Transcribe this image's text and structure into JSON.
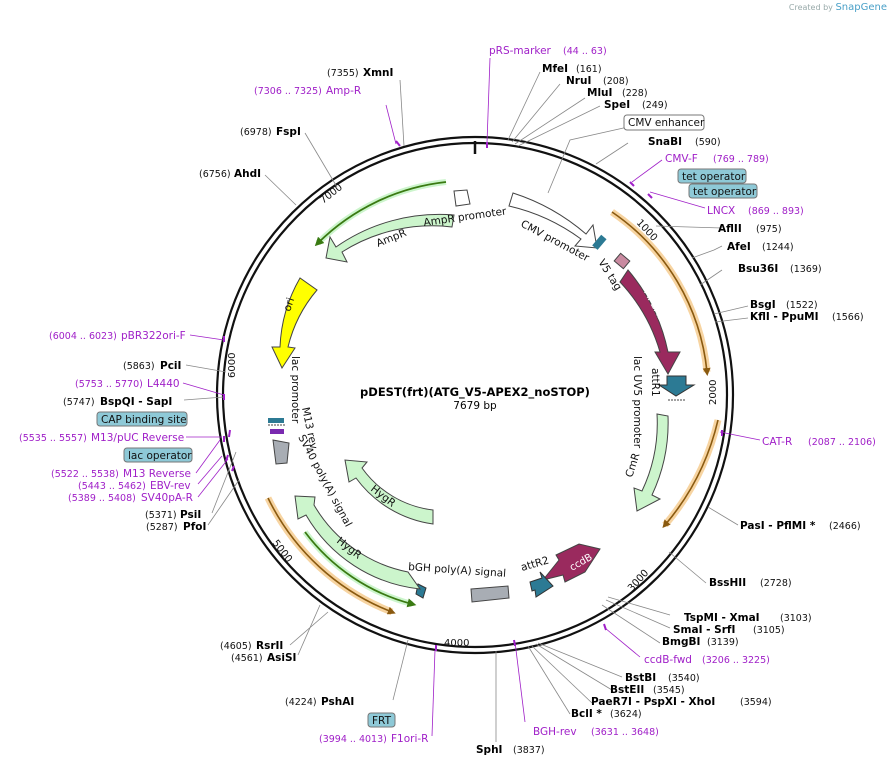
{
  "credit": {
    "prefix": "Created by",
    "brand": "SnapGene"
  },
  "plasmid": {
    "name": "pDEST(frt)(ATG_V5-APEX2_noSTOP)",
    "length_label": "7679 bp"
  },
  "ticks": [
    "1000",
    "2000",
    "3000",
    "4000",
    "5000",
    "6000",
    "7000"
  ],
  "enzymes": [
    {
      "name": "MfeI",
      "pos": "(161)"
    },
    {
      "name": "NruI",
      "pos": "(208)"
    },
    {
      "name": "MluI",
      "pos": "(228)"
    },
    {
      "name": "SpeI",
      "pos": "(249)"
    },
    {
      "name": "SnaBI",
      "pos": "(590)"
    },
    {
      "name": "AflII",
      "pos": "(975)"
    },
    {
      "name": "AfeI",
      "pos": "(1244)"
    },
    {
      "name": "Bsu36I",
      "pos": "(1369)"
    },
    {
      "name": "BsgI",
      "pos": "(1522)"
    },
    {
      "name": "KflI  - PpuMI",
      "pos": "(1566)"
    },
    {
      "name": "PasI  - PflMI *",
      "pos": "(2466)"
    },
    {
      "name": "BssHII",
      "pos": "(2728)"
    },
    {
      "name": "TspMI  - XmaI",
      "pos": "(3103)"
    },
    {
      "name": "SmaI  - SrfI",
      "pos": "(3105)"
    },
    {
      "name": "BmgBI",
      "pos": "(3139)"
    },
    {
      "name": "BstBI",
      "pos": "(3540)"
    },
    {
      "name": "BstEII",
      "pos": "(3545)"
    },
    {
      "name": "PaeR7I  - PspXI  - XhoI",
      "pos": "(3594)"
    },
    {
      "name": "BclI *",
      "pos": "(3624)"
    },
    {
      "name": "SphI",
      "pos": "(3837)"
    },
    {
      "name": "PshAI",
      "pos": "(4224)"
    },
    {
      "name": "RsrII",
      "pos": "(4605)"
    },
    {
      "name": "AsiSI",
      "pos": "(4561)"
    },
    {
      "name": "PsiI",
      "pos": "(5371)"
    },
    {
      "name": "PfoI",
      "pos": "(5287)"
    },
    {
      "name": "BspQI  - SapI",
      "pos": "(5747)"
    },
    {
      "name": "PciI",
      "pos": "(5863)"
    },
    {
      "name": "AhdI",
      "pos": "(6756)"
    },
    {
      "name": "FspI",
      "pos": "(6978)"
    },
    {
      "name": "XmnI",
      "pos": "(7355)"
    }
  ],
  "primers": [
    {
      "name": "pRS-marker",
      "pos": "(44 .. 63)"
    },
    {
      "name": "CMV-F",
      "pos": "(769 .. 789)"
    },
    {
      "name": "LNCX",
      "pos": "(869 .. 893)"
    },
    {
      "name": "CAT-R",
      "pos": "(2087 .. 2106)"
    },
    {
      "name": "ccdB-fwd",
      "pos": "(3206 .. 3225)"
    },
    {
      "name": "BGH-rev",
      "pos": "(3631 .. 3648)"
    },
    {
      "name": "F1ori-R",
      "pos": "(3994 .. 4013)"
    },
    {
      "name": "SV40pA-R",
      "pos": "(5389 .. 5408)"
    },
    {
      "name": "EBV-rev",
      "pos": "(5443 .. 5462)"
    },
    {
      "name": "M13 Reverse",
      "pos": "(5522 .. 5538)"
    },
    {
      "name": "M13/pUC Reverse",
      "pos": "(5535 .. 5557)"
    },
    {
      "name": "L4440",
      "pos": "(5753 .. 5770)"
    },
    {
      "name": "pBR322ori-F",
      "pos": "(6004 .. 6023)"
    },
    {
      "name": "Amp-R",
      "pos": "(7306 .. 7325)"
    }
  ],
  "boxed": {
    "cmv_enhancer": "CMV enhancer",
    "tet_operator_1": "tet operator",
    "tet_operator_2": "tet operator",
    "cap_binding_site": "CAP binding site",
    "lac_operator": "lac operator",
    "frt": "FRT"
  },
  "features": {
    "cmv_promoter": "CMV promoter",
    "v5_tag": "V5 tag",
    "apex2": "APEX2",
    "attr1": "attR1",
    "lac_uv5_promoter": "lac UV5 promoter",
    "cmr": "CmR",
    "ccdb": "ccdB",
    "attr2": "attR2",
    "bgh_polya": "bGH poly(A) signal",
    "hygr_1": "HygR",
    "hygr_2": "HygR",
    "sv40_polya": "SV40 poly(A) signal",
    "m13_rev": "M13 rev",
    "lac_promoter": "lac promoter",
    "ori": "ori",
    "ampr": "AmpR",
    "ampr_promoter": "AmpR promoter"
  },
  "colors": {
    "primer": "#a020c8",
    "feature_green": "#ccf5cc",
    "apex2": "#9a2a5e",
    "attr": "#2c7a94",
    "ori": "#ffff00",
    "gray": "#a8adb4",
    "orange_glow": "#f5c98a",
    "boxed_fill": "#8ec9d7"
  }
}
